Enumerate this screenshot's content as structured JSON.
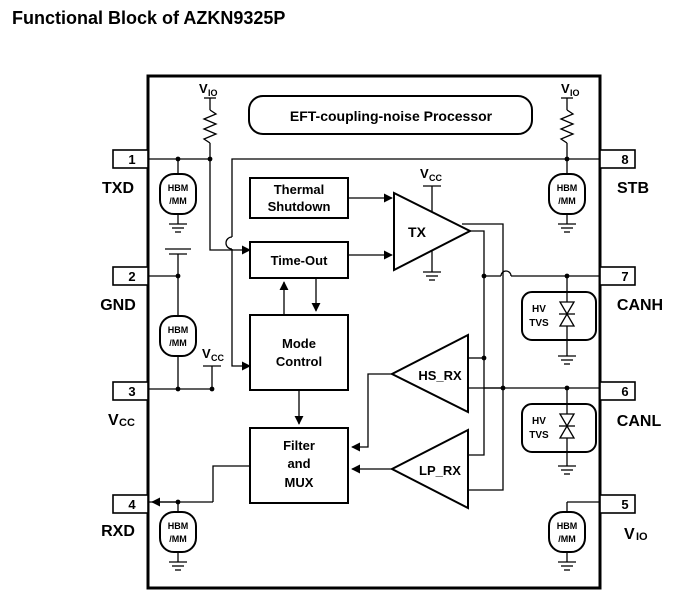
{
  "title": "Functional Block of AZKN9325P",
  "blocks": {
    "eft": "EFT-coupling-noise Processor",
    "thermal_1": "Thermal",
    "thermal_2": "Shutdown",
    "timeout": "Time-Out",
    "mode_1": "Mode",
    "mode_2": "Control",
    "filter_1": "Filter",
    "filter_2": "and",
    "filter_3": "MUX",
    "tx": "TX",
    "hs_rx": "HS_RX",
    "lp_rx": "LP_RX",
    "hbm_1": "HBM",
    "hbm_2": "/MM",
    "hv_1": "HV",
    "hv_2": "TVS"
  },
  "supplies": {
    "v_main": "V",
    "io_sub": "IO",
    "cc_sub": "CC"
  },
  "pins": [
    {
      "num": "1",
      "name": "TXD"
    },
    {
      "num": "2",
      "name": "GND"
    },
    {
      "num": "3",
      "name": "V",
      "sub": "CC"
    },
    {
      "num": "4",
      "name": "RXD"
    },
    {
      "num": "5",
      "name": "V",
      "sub": "IO"
    },
    {
      "num": "6",
      "name": "CANL"
    },
    {
      "num": "7",
      "name": "CANH"
    },
    {
      "num": "8",
      "name": "STB"
    }
  ]
}
